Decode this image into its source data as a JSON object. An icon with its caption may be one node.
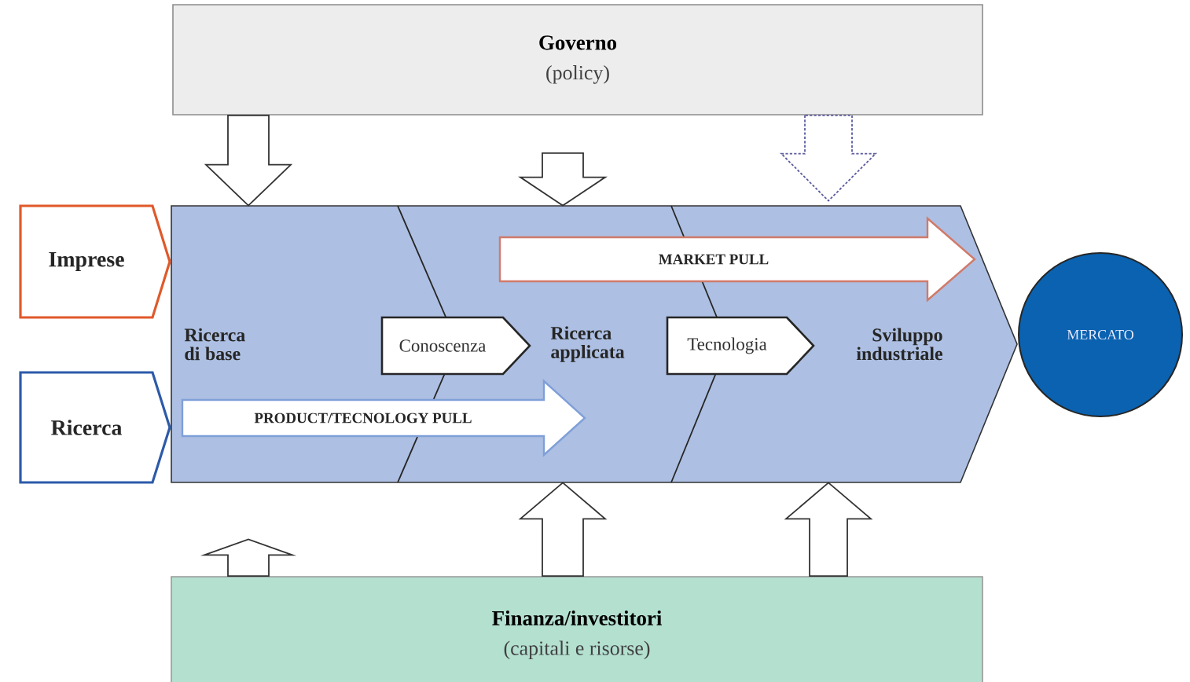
{
  "diagram": {
    "nodes": [
      {
        "text": [
          "Governo",
          "(policy)"
        ]
      },
      {
        "text": [
          "Imprese"
        ]
      },
      {
        "text": [
          "Ricerca"
        ]
      },
      {
        "text": [],
        "shape": "chevron"
      },
      {
        "text": [
          "MARKET PULL"
        ],
        "in": 3
      },
      {
        "text": [
          "Ricerca di base"
        ],
        "in": 3
      },
      {
        "text": [
          "Conoscenza"
        ],
        "in": 3
      },
      {
        "text": [
          "Ricerca applicata"
        ],
        "in": 3
      },
      {
        "text": [
          "Tecnologia"
        ],
        "in": 3
      },
      {
        "text": [
          "Sviluppo industriale"
        ],
        "in": 3
      },
      {
        "text": [
          "PRODUCT/TECNOLOGY PULL"
        ],
        "in": 3
      },
      {
        "text": [
          "MERCATO"
        ]
      },
      {
        "text": [
          "Finanza/investitori",
          "(capitali e risorse)"
        ]
      }
    ],
    "edges": [
      {
        "from": 0,
        "to": 3,
        "arrow": "to"
      },
      {
        "from": 0,
        "to": 3,
        "arrow": "to"
      },
      {
        "from": 0,
        "to": 3,
        "arrow": "to",
        "style": "dashed",
        "color": "#5b5b9e"
      },
      {
        "from": 12,
        "to": 3,
        "arrow": "to"
      },
      {
        "from": 12,
        "to": 3,
        "arrow": "to"
      },
      {
        "from": 12,
        "to": 3,
        "arrow": "to"
      }
    ]
  }
}
